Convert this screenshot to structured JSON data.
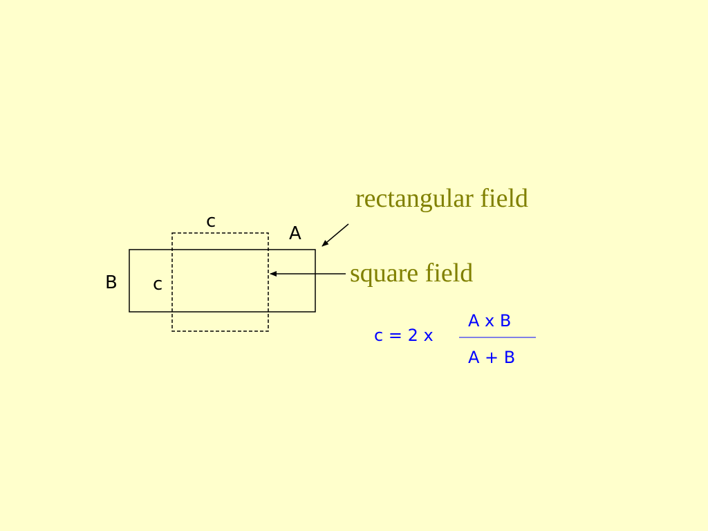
{
  "diagram": {
    "labels": {
      "side_c_top": "c",
      "side_a": "A",
      "side_b": "B",
      "side_c_left": "c"
    },
    "callouts": {
      "rectangular": "rectangular field",
      "square": "square field"
    },
    "formula": {
      "lhs": "c = 2 x",
      "numerator": "A x B",
      "denominator": "A + B"
    },
    "colors": {
      "background": "#ffffcc",
      "callout_text": "#808000",
      "formula_text": "#0000ff",
      "lines": "#000000"
    }
  }
}
